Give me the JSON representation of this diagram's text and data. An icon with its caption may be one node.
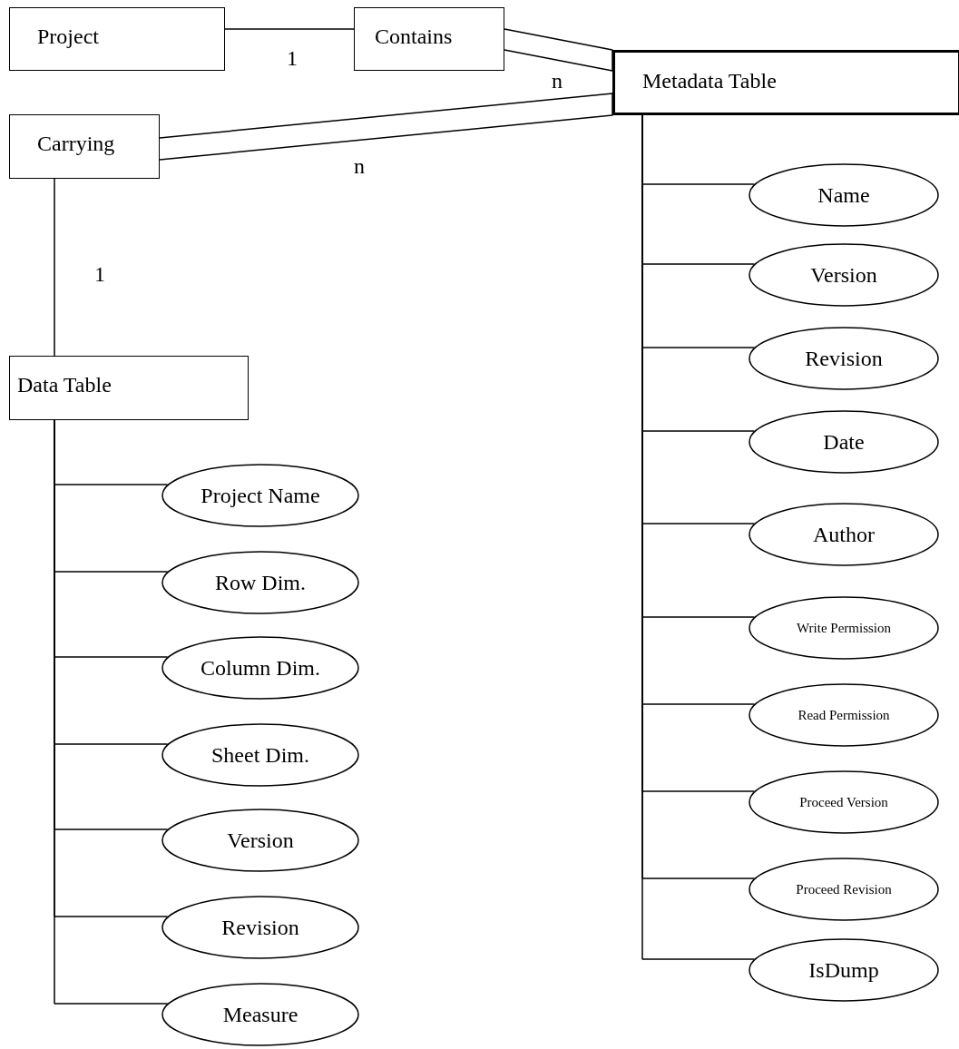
{
  "diagram": {
    "nodes": [
      {
        "text": [
          "Project"
        ]
      },
      {
        "text": [
          "Contains"
        ]
      },
      {
        "text": [
          "Metadata Table"
        ]
      },
      {
        "text": [
          "Carrying"
        ]
      },
      {
        "text": [
          "Data Table"
        ]
      },
      {
        "text": [
          "Name"
        ]
      },
      {
        "text": [
          "Version"
        ]
      },
      {
        "text": [
          "Revision"
        ]
      },
      {
        "text": [
          "Date"
        ]
      },
      {
        "text": [
          "Author"
        ]
      },
      {
        "text": [
          "Write Permission"
        ]
      },
      {
        "text": [
          "Read Permission"
        ]
      },
      {
        "text": [
          "Proceed Version"
        ]
      },
      {
        "text": [
          "Proceed Revision"
        ]
      },
      {
        "text": [
          "IsDump"
        ]
      },
      {
        "text": [
          "Project Name"
        ]
      },
      {
        "text": [
          "Row Dim."
        ]
      },
      {
        "text": [
          "Column Dim."
        ]
      },
      {
        "text": [
          "Sheet Dim."
        ]
      },
      {
        "text": [
          "Version"
        ]
      },
      {
        "text": [
          "Revision"
        ]
      },
      {
        "text": [
          "Measure"
        ]
      }
    ],
    "edges": [
      {
        "from": 0,
        "to": 1,
        "arrow": "none",
        "label": "1"
      },
      {
        "from": 1,
        "to": 2,
        "arrow": "none",
        "label": "n"
      },
      {
        "from": 3,
        "to": 2,
        "arrow": "none",
        "label": "n"
      },
      {
        "from": 3,
        "to": 4,
        "arrow": "none",
        "label": "1"
      },
      {
        "from": 2,
        "to": 5,
        "arrow": "none"
      },
      {
        "from": 2,
        "to": 6,
        "arrow": "none"
      },
      {
        "from": 2,
        "to": 7,
        "arrow": "none"
      },
      {
        "from": 2,
        "to": 8,
        "arrow": "none"
      },
      {
        "from": 2,
        "to": 9,
        "arrow": "none"
      },
      {
        "from": 2,
        "to": 10,
        "arrow": "none"
      },
      {
        "from": 2,
        "to": 11,
        "arrow": "none"
      },
      {
        "from": 2,
        "to": 12,
        "arrow": "none"
      },
      {
        "from": 2,
        "to": 13,
        "arrow": "none"
      },
      {
        "from": 2,
        "to": 14,
        "arrow": "none"
      },
      {
        "from": 4,
        "to": 15,
        "arrow": "none"
      },
      {
        "from": 4,
        "to": 16,
        "arrow": "none"
      },
      {
        "from": 4,
        "to": 17,
        "arrow": "none"
      },
      {
        "from": 4,
        "to": 18,
        "arrow": "none"
      },
      {
        "from": 4,
        "to": 19,
        "arrow": "none"
      },
      {
        "from": 4,
        "to": 20,
        "arrow": "none"
      },
      {
        "from": 4,
        "to": 21,
        "arrow": "none"
      }
    ]
  }
}
